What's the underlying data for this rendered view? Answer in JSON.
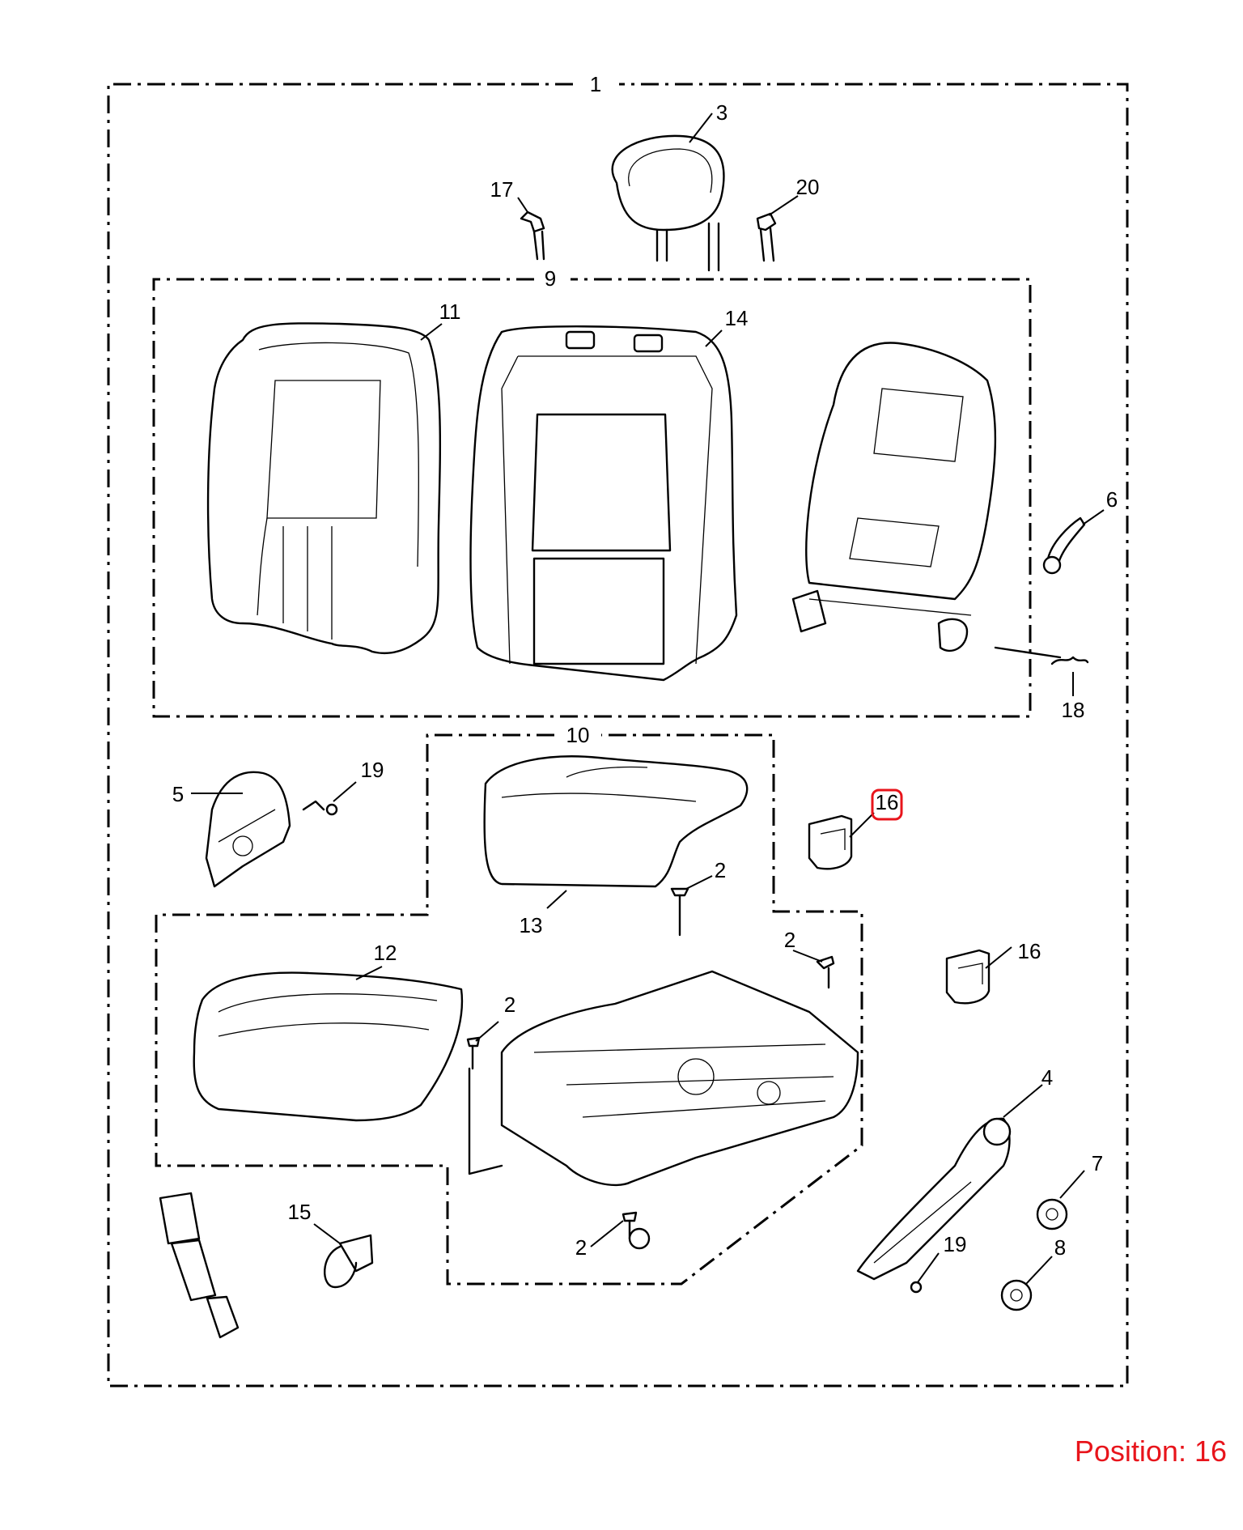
{
  "diagram": {
    "callouts": {
      "c1": "1",
      "c2a": "2",
      "c2b": "2",
      "c2c": "2",
      "c2d": "2",
      "c3": "3",
      "c4": "4",
      "c5": "5",
      "c6": "6",
      "c7": "7",
      "c8": "8",
      "c9": "9",
      "c10": "10",
      "c11": "11",
      "c12": "12",
      "c13": "13",
      "c14": "14",
      "c15": "15",
      "c16a": "16",
      "c16b": "16",
      "c17": "17",
      "c18": "18",
      "c19a": "19",
      "c19b": "19",
      "c20": "20"
    },
    "highlighted_callout": "16",
    "highlight_color": "#e8141b"
  },
  "footer": {
    "position_label": "Position: 16"
  },
  "colors": {
    "line": "#000000",
    "background": "#ffffff",
    "accent": "#e8141b"
  }
}
